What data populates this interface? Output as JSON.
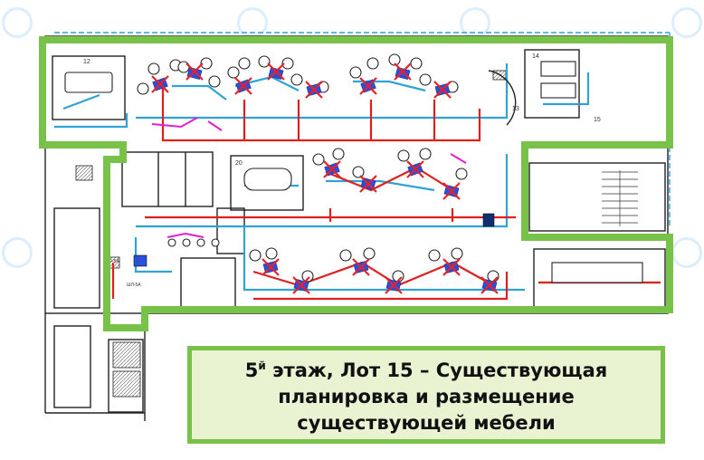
{
  "caption": {
    "line1_prefix": "5",
    "line1_sup": "й",
    "line1_rest": " этаж, Лот 15 – Существующая",
    "line2": "планировка и размещение",
    "line3": "существующей мебели"
  },
  "room_numbers": {
    "r12": "12",
    "r14": "14",
    "r13": "13",
    "r15": "15",
    "r20": "20"
  },
  "equipment_labels": {
    "shr1": "ШР-5А",
    "shr2": "ШЛ-5А"
  },
  "colors": {
    "highlight_outline": "#79c24a",
    "caption_bg": "#e9f3d2",
    "cable_red": "#e0201f",
    "cable_blue": "#2fa3d6",
    "cable_magenta": "#e020d0",
    "walls": "#222222",
    "workstation_blue": "#2b4fd8",
    "workstation_x": "#e8202a"
  }
}
